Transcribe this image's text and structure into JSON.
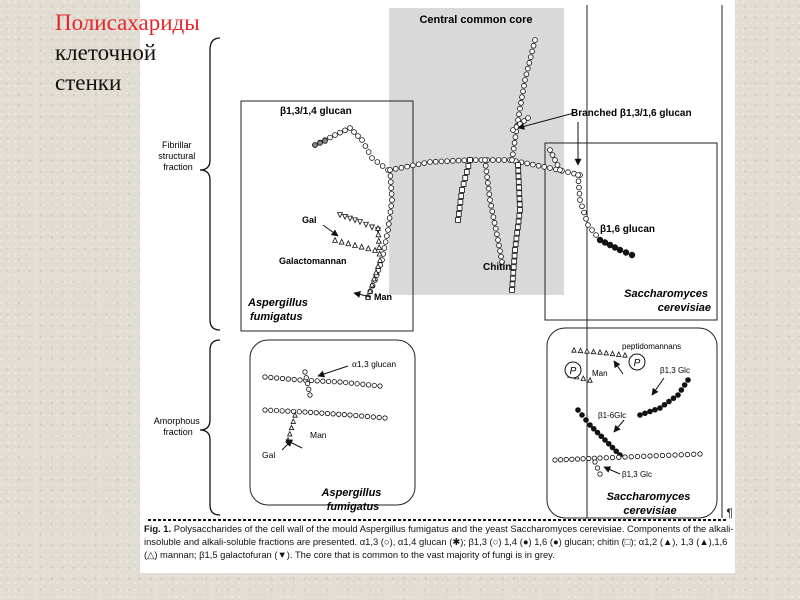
{
  "slide_title": {
    "line1": "Полисахариды",
    "line2": "клеточной",
    "line3": "стенки"
  },
  "figure": {
    "core_label": "Central common core",
    "fibrillar_label": [
      "Fibrillar",
      "structural",
      "fraction"
    ],
    "amorphous_label": [
      "Amorphous",
      "fraction"
    ],
    "labels": {
      "b13_14_glucan": "β1,3/1,4 glucan",
      "branched_glucan": "Branched β1,3/1,6 glucan",
      "b16_glucan": "β1,6 glucan",
      "gal": "Gal",
      "galactomannan": "Galactomannan",
      "man": "Man",
      "chitin": "Chitin",
      "a13_glucan": "α1,3 glucan",
      "man2": "Man",
      "gal2": "Gal",
      "peptidomannans": "peptidomannans",
      "p1": "P",
      "p2": "P",
      "man3": "Man",
      "b13_glc_1": "β1,3 Glc",
      "b16_glc": "β1-6Glc",
      "b13_glc_2": "β1,3 Glc"
    },
    "species": {
      "aspergillus_line1": "Aspergillus",
      "aspergillus_line2": "fumigatus",
      "saccharomyces_line1": "Saccharomyces",
      "saccharomyces_line2": "cerevisiae"
    },
    "caption": {
      "fig_label": "Fig. 1.",
      "text": "Polysaccharides of the cell wall of the mould Aspergillus fumigatus and the yeast Saccharomyces cerevisiae. Components of the alkali-insoluble and alkali-soluble fractions are presented. α1,3 (○), α1,4 glucan (✱); β1,3 (○) 1,4 (●) 1,6 (●) glucan; chitin (□); α1,2 (▲), 1,3 (▲),1,6 (△) mannan; β1,5 galactofuran (▼). The core that is common to the vast majority of fungi is in grey."
    },
    "pilcrow": "¶"
  },
  "colors": {
    "title_red": "#e3262b",
    "core_grey": "#d9d9d9"
  }
}
